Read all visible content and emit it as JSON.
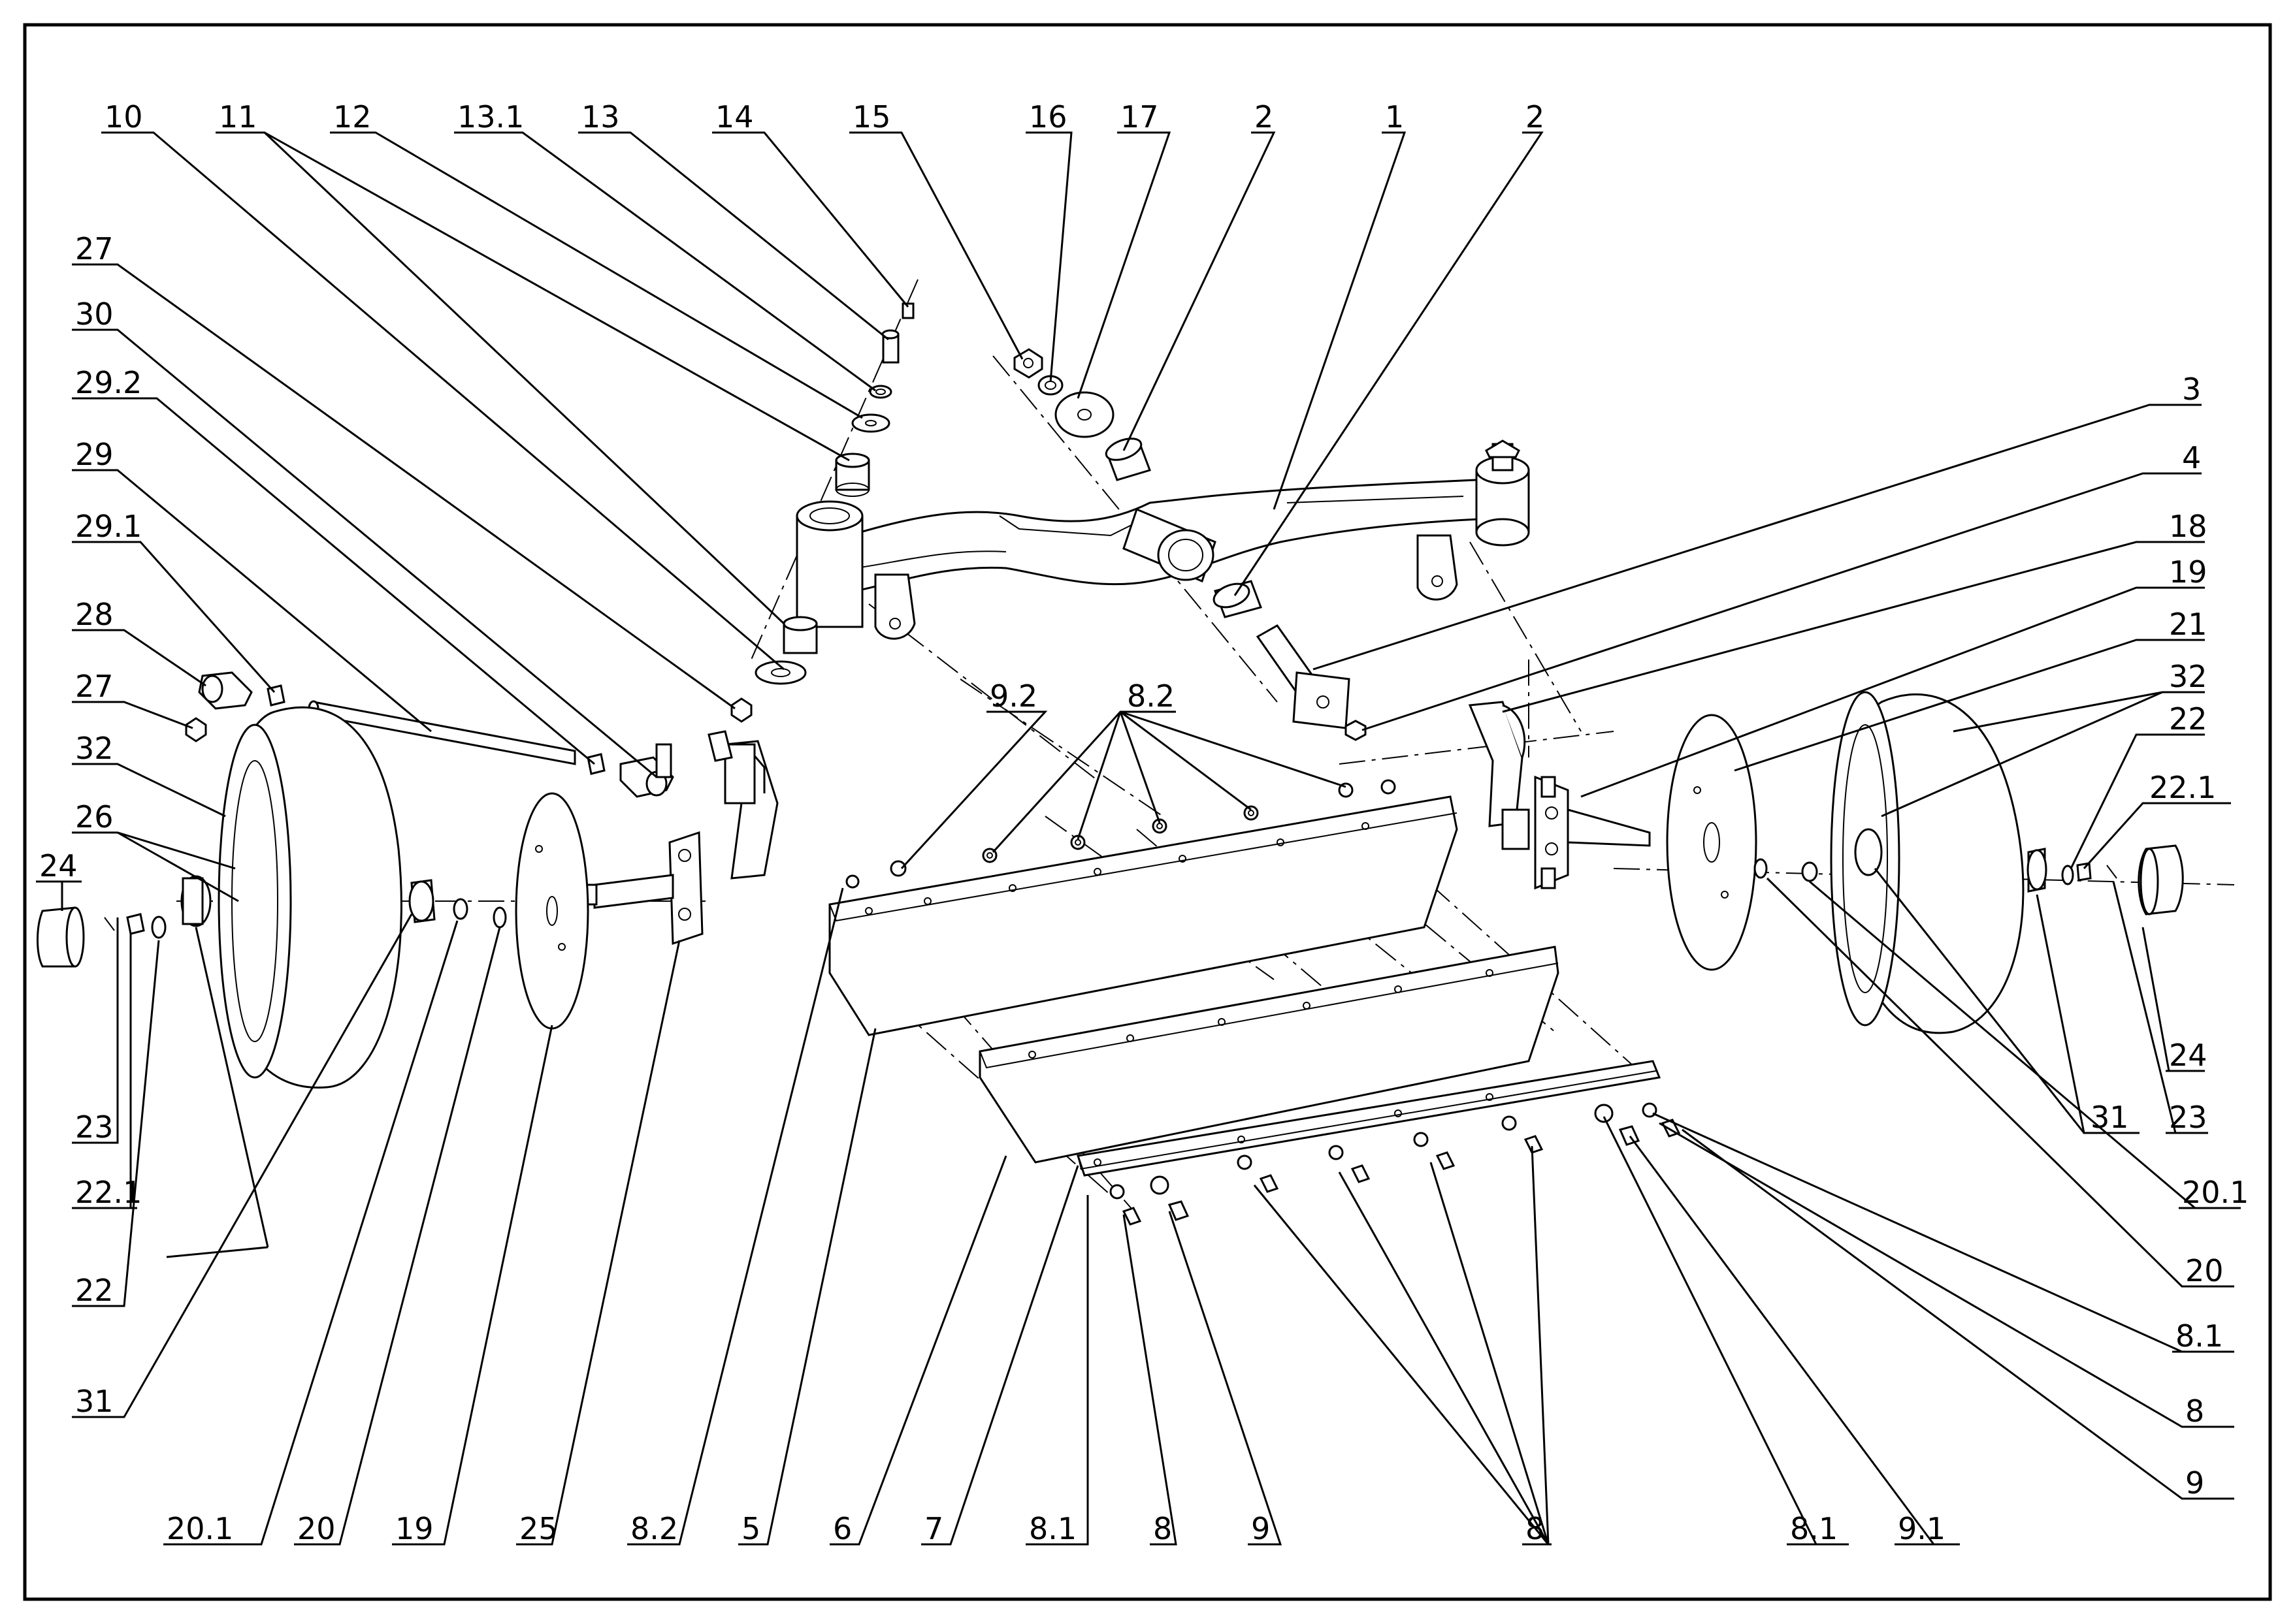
{
  "callouts": [
    {
      "id": "c10",
      "text": "10"
    },
    {
      "id": "c11",
      "text": "11"
    },
    {
      "id": "c12",
      "text": "12"
    },
    {
      "id": "c13_1",
      "text": "13.1"
    },
    {
      "id": "c13",
      "text": "13"
    },
    {
      "id": "c14",
      "text": "14"
    },
    {
      "id": "c15",
      "text": "15"
    },
    {
      "id": "c16",
      "text": "16"
    },
    {
      "id": "c17",
      "text": "17"
    },
    {
      "id": "c2a",
      "text": "2"
    },
    {
      "id": "c1",
      "text": "1"
    },
    {
      "id": "c2b",
      "text": "2"
    },
    {
      "id": "c27a",
      "text": "27"
    },
    {
      "id": "c30",
      "text": "30"
    },
    {
      "id": "c29_2",
      "text": "29.2"
    },
    {
      "id": "c29",
      "text": "29"
    },
    {
      "id": "c29_1",
      "text": "29.1"
    },
    {
      "id": "c28",
      "text": "28"
    },
    {
      "id": "c27b",
      "text": "27"
    },
    {
      "id": "c32a",
      "text": "32"
    },
    {
      "id": "c26",
      "text": "26"
    },
    {
      "id": "c24a",
      "text": "24"
    },
    {
      "id": "c23a",
      "text": "23"
    },
    {
      "id": "c22_1a",
      "text": "22.1"
    },
    {
      "id": "c22a",
      "text": "22"
    },
    {
      "id": "c31a",
      "text": "31"
    },
    {
      "id": "c3",
      "text": "3"
    },
    {
      "id": "c4",
      "text": "4"
    },
    {
      "id": "c18",
      "text": "18"
    },
    {
      "id": "c19a",
      "text": "19"
    },
    {
      "id": "c21",
      "text": "21"
    },
    {
      "id": "c32b",
      "text": "32"
    },
    {
      "id": "c22b",
      "text": "22"
    },
    {
      "id": "c22_1b",
      "text": "22.1"
    },
    {
      "id": "c24b",
      "text": "24"
    },
    {
      "id": "c31b",
      "text": "31"
    },
    {
      "id": "c23b",
      "text": "23"
    },
    {
      "id": "c20_1a",
      "text": "20.1"
    },
    {
      "id": "c20a",
      "text": "20"
    },
    {
      "id": "c8_1a",
      "text": "8.1"
    },
    {
      "id": "c8a",
      "text": "8"
    },
    {
      "id": "c9a",
      "text": "9"
    },
    {
      "id": "c9_2",
      "text": "9.2"
    },
    {
      "id": "c8_2a",
      "text": "8.2"
    },
    {
      "id": "c20_1b",
      "text": "20.1"
    },
    {
      "id": "c20b",
      "text": "20"
    },
    {
      "id": "c19b",
      "text": "19"
    },
    {
      "id": "c25",
      "text": "25"
    },
    {
      "id": "c8_2b",
      "text": "8.2"
    },
    {
      "id": "c5",
      "text": "5"
    },
    {
      "id": "c6",
      "text": "6"
    },
    {
      "id": "c7",
      "text": "7"
    },
    {
      "id": "c8_1b",
      "text": "8.1"
    },
    {
      "id": "c8b",
      "text": "8"
    },
    {
      "id": "c9b",
      "text": "9"
    },
    {
      "id": "c8c",
      "text": "8"
    },
    {
      "id": "c8_1c",
      "text": "8.1"
    },
    {
      "id": "c9_1",
      "text": "9.1"
    }
  ]
}
